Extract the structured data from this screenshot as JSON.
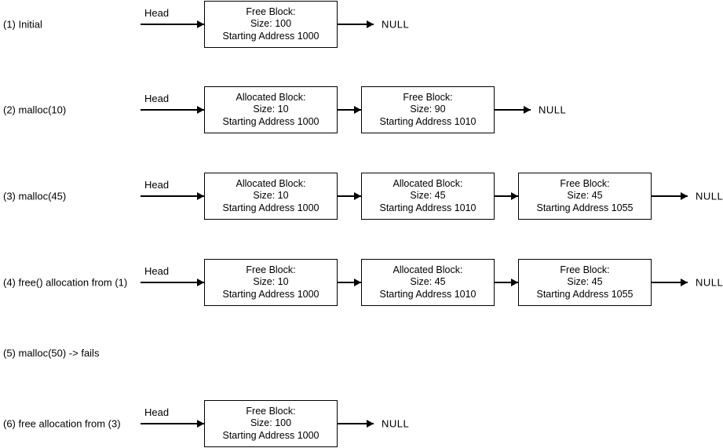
{
  "labels": {
    "head": "Head",
    "null": "NULL"
  },
  "colors": {
    "stroke": "#000000",
    "text": "#000000",
    "background": "#ffffff"
  },
  "rows": [
    {
      "label": "(1) Initial",
      "nodes": [
        {
          "type": "Free Block:",
          "size": "Size: 100",
          "address": "Starting Address 1000"
        }
      ]
    },
    {
      "label": "(2) malloc(10)",
      "nodes": [
        {
          "type": "Allocated Block:",
          "size": "Size: 10",
          "address": "Starting Address 1000"
        },
        {
          "type": "Free Block:",
          "size": "Size: 90",
          "address": "Starting Address 1010"
        }
      ]
    },
    {
      "label": "(3) malloc(45)",
      "nodes": [
        {
          "type": "Allocated Block:",
          "size": "Size: 10",
          "address": "Starting Address 1000"
        },
        {
          "type": "Allocated Block:",
          "size": "Size: 45",
          "address": "Starting Address 1010"
        },
        {
          "type": "Free Block:",
          "size": "Size: 45",
          "address": "Starting Address 1055"
        }
      ]
    },
    {
      "label": "(4) free() allocation from (1)",
      "nodes": [
        {
          "type": "Free Block:",
          "size": "Size: 10",
          "address": "Starting Address 1000"
        },
        {
          "type": "Allocated Block:",
          "size": "Size: 45",
          "address": "Starting Address 1010"
        },
        {
          "type": "Free Block:",
          "size": "Size: 45",
          "address": "Starting Address 1055"
        }
      ]
    },
    {
      "label": "(5) malloc(50) -> fails",
      "nodes": []
    },
    {
      "label": "(6) free allocation from (3)",
      "nodes": [
        {
          "type": "Free Block:",
          "size": "Size: 100",
          "address": "Starting Address 1000"
        }
      ]
    }
  ]
}
